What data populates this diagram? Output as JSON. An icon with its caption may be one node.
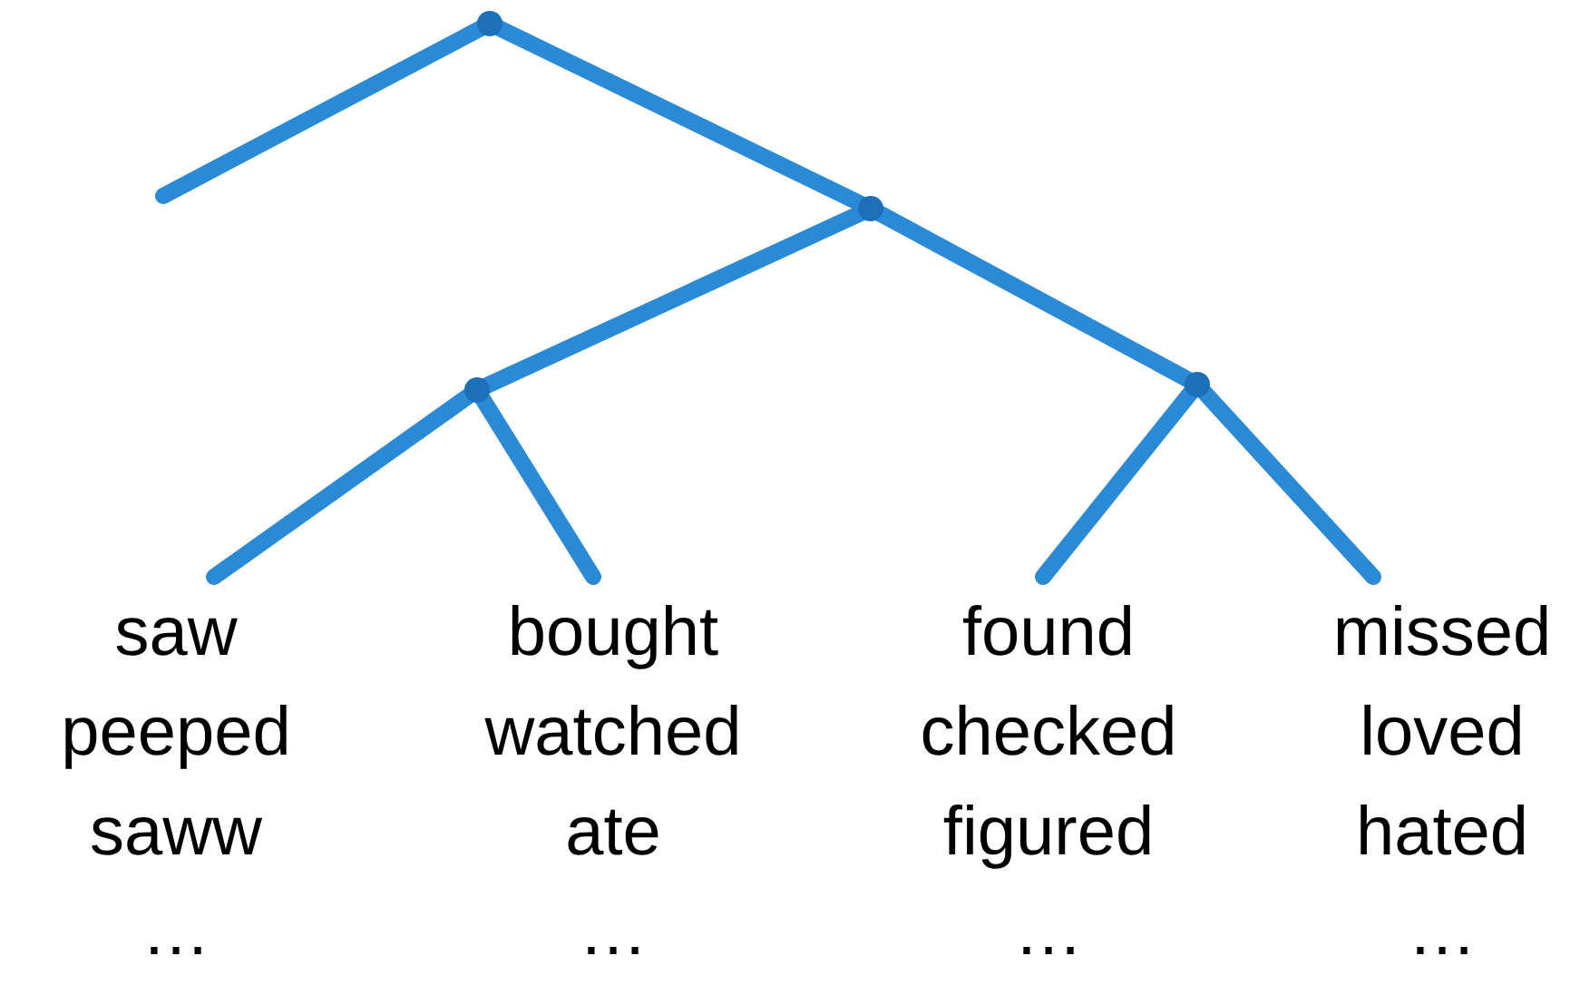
{
  "diagram": {
    "nodes": [
      {
        "text": [],
        "shape": "point"
      },
      {
        "text": [],
        "shape": "point"
      },
      {
        "text": [],
        "shape": "point"
      },
      {
        "text": [
          "saw",
          "peeped",
          "saww",
          "…"
        ]
      },
      {
        "text": [
          "bought",
          "watched",
          "ate",
          "…"
        ]
      },
      {
        "text": [],
        "shape": "point"
      },
      {
        "text": [
          "found",
          "checked",
          "figured",
          "…"
        ]
      },
      {
        "text": [
          "missed",
          "loved",
          "hated",
          "…"
        ]
      }
    ],
    "edges": [
      {
        "from": 0,
        "to": null,
        "arrow": "none"
      },
      {
        "from": 0,
        "to": 1,
        "arrow": "none"
      },
      {
        "from": 1,
        "to": 2,
        "arrow": "none"
      },
      {
        "from": 1,
        "to": 5,
        "arrow": "none"
      },
      {
        "from": 2,
        "to": 3,
        "arrow": "none"
      },
      {
        "from": 2,
        "to": 4,
        "arrow": "none"
      },
      {
        "from": 5,
        "to": 6,
        "arrow": "none"
      },
      {
        "from": 5,
        "to": 7,
        "arrow": "none"
      }
    ]
  }
}
